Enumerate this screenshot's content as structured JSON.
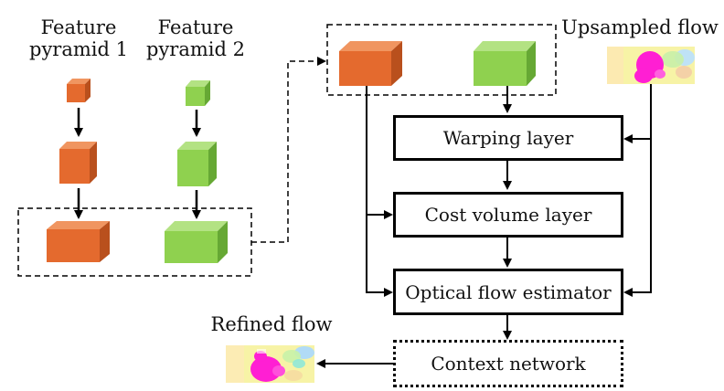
{
  "labels": {
    "pyramid1": [
      "Feature",
      "pyramid 1"
    ],
    "pyramid2": [
      "Feature",
      "pyramid 2"
    ],
    "upsampled_flow": "Upsampled flow",
    "refined_flow": "Refined flow"
  },
  "modules": {
    "warping": "Warping layer",
    "cost_volume": "Cost volume layer",
    "flow_estimator": "Optical flow estimator",
    "context": "Context network"
  },
  "colors": {
    "pyramid1": "#e46a2e",
    "pyramid2": "#8fd14f",
    "flow_background": "#f7f3a6",
    "flow_magenta": "#ff1fd3"
  }
}
